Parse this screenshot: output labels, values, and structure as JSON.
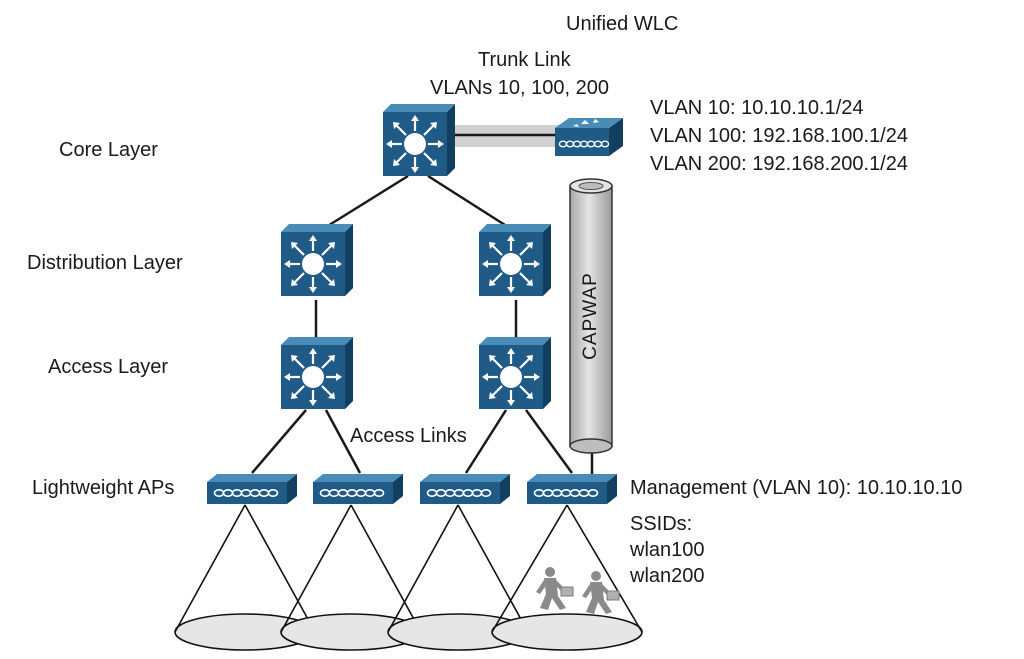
{
  "wlc": {
    "title": "Unified WLC",
    "vlans": [
      "VLAN 10: 10.10.10.1/24",
      "VLAN 100: 192.168.100.1/24",
      "VLAN 200: 192.168.200.1/24"
    ]
  },
  "trunk": {
    "line1": "Trunk Link",
    "line2": "VLANs 10, 100, 200"
  },
  "layers": {
    "core": "Core Layer",
    "distribution": "Distribution Layer",
    "access": "Access Layer",
    "aps": "Lightweight APs"
  },
  "access_links": "Access Links",
  "capwap": "CAPWAP",
  "ap_info": {
    "management": "Management (VLAN 10): 10.10.10.10",
    "ssids_heading": "SSIDs:",
    "ssids": [
      "wlan100",
      "wlan200"
    ]
  },
  "colors": {
    "device_front": "#1f5b86",
    "device_top": "#4a8cb8",
    "device_side": "#123f60",
    "tunnel": "#d0d0d0",
    "coverage": "#e6e6e6",
    "users": "#8a8a8a"
  },
  "icons": {
    "multilayer_switch": "multilayer-switch-icon",
    "wlc": "wireless-lan-controller-icon",
    "access_point": "access-point-icon",
    "user": "walking-user-icon"
  }
}
